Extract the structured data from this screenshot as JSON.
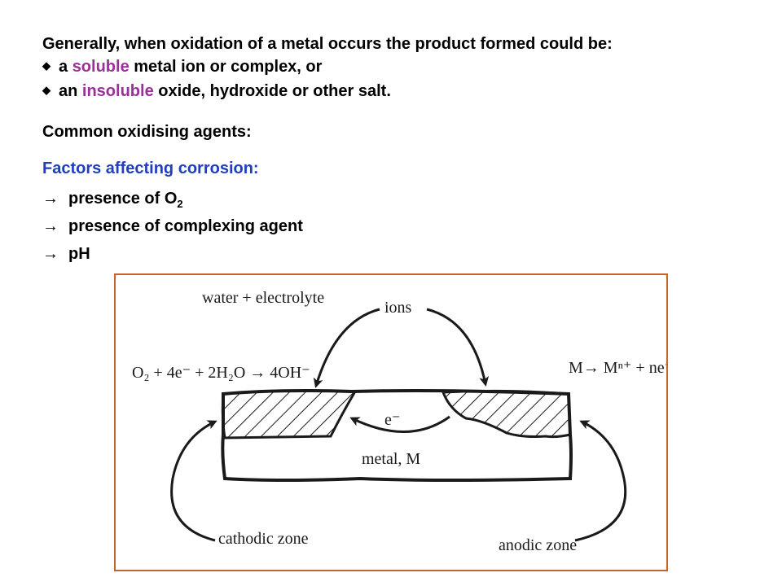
{
  "intro": {
    "line": "Generally, when oxidation of a metal occurs the product formed could be:",
    "bullets": [
      {
        "pre": "a ",
        "highlight": "soluble",
        "post": " metal ion or complex, or"
      },
      {
        "pre": "an ",
        "highlight": "insoluble",
        "post": " oxide, hydroxide or other salt."
      }
    ],
    "bullet_glyph": "◆"
  },
  "oxidising": {
    "heading": "Common oxidising agents:"
  },
  "factors": {
    "heading": "Factors affecting corrosion:",
    "arrow_glyph": "→",
    "items": [
      {
        "text": "presence of O",
        "sub": "2"
      },
      {
        "text": "presence of complexing agent",
        "sub": ""
      },
      {
        "text": "pH",
        "sub": ""
      }
    ]
  },
  "diagram": {
    "water_label": "water + electrolyte",
    "ions_label": "ions",
    "cathode_reaction": "O₂ + 4e⁻ + 2H₂O → 4OH⁻",
    "anode_reaction": "M→ Mⁿ⁺ + ne⁻",
    "electron_label": "e⁻",
    "metal_label": "metal, M",
    "cathodic_label": "cathodic zone",
    "anodic_label": "anodic zone"
  },
  "colors": {
    "highlight": "#9b2f9b",
    "heading_blue": "#1f3fbf",
    "frame": "#c8642a"
  }
}
